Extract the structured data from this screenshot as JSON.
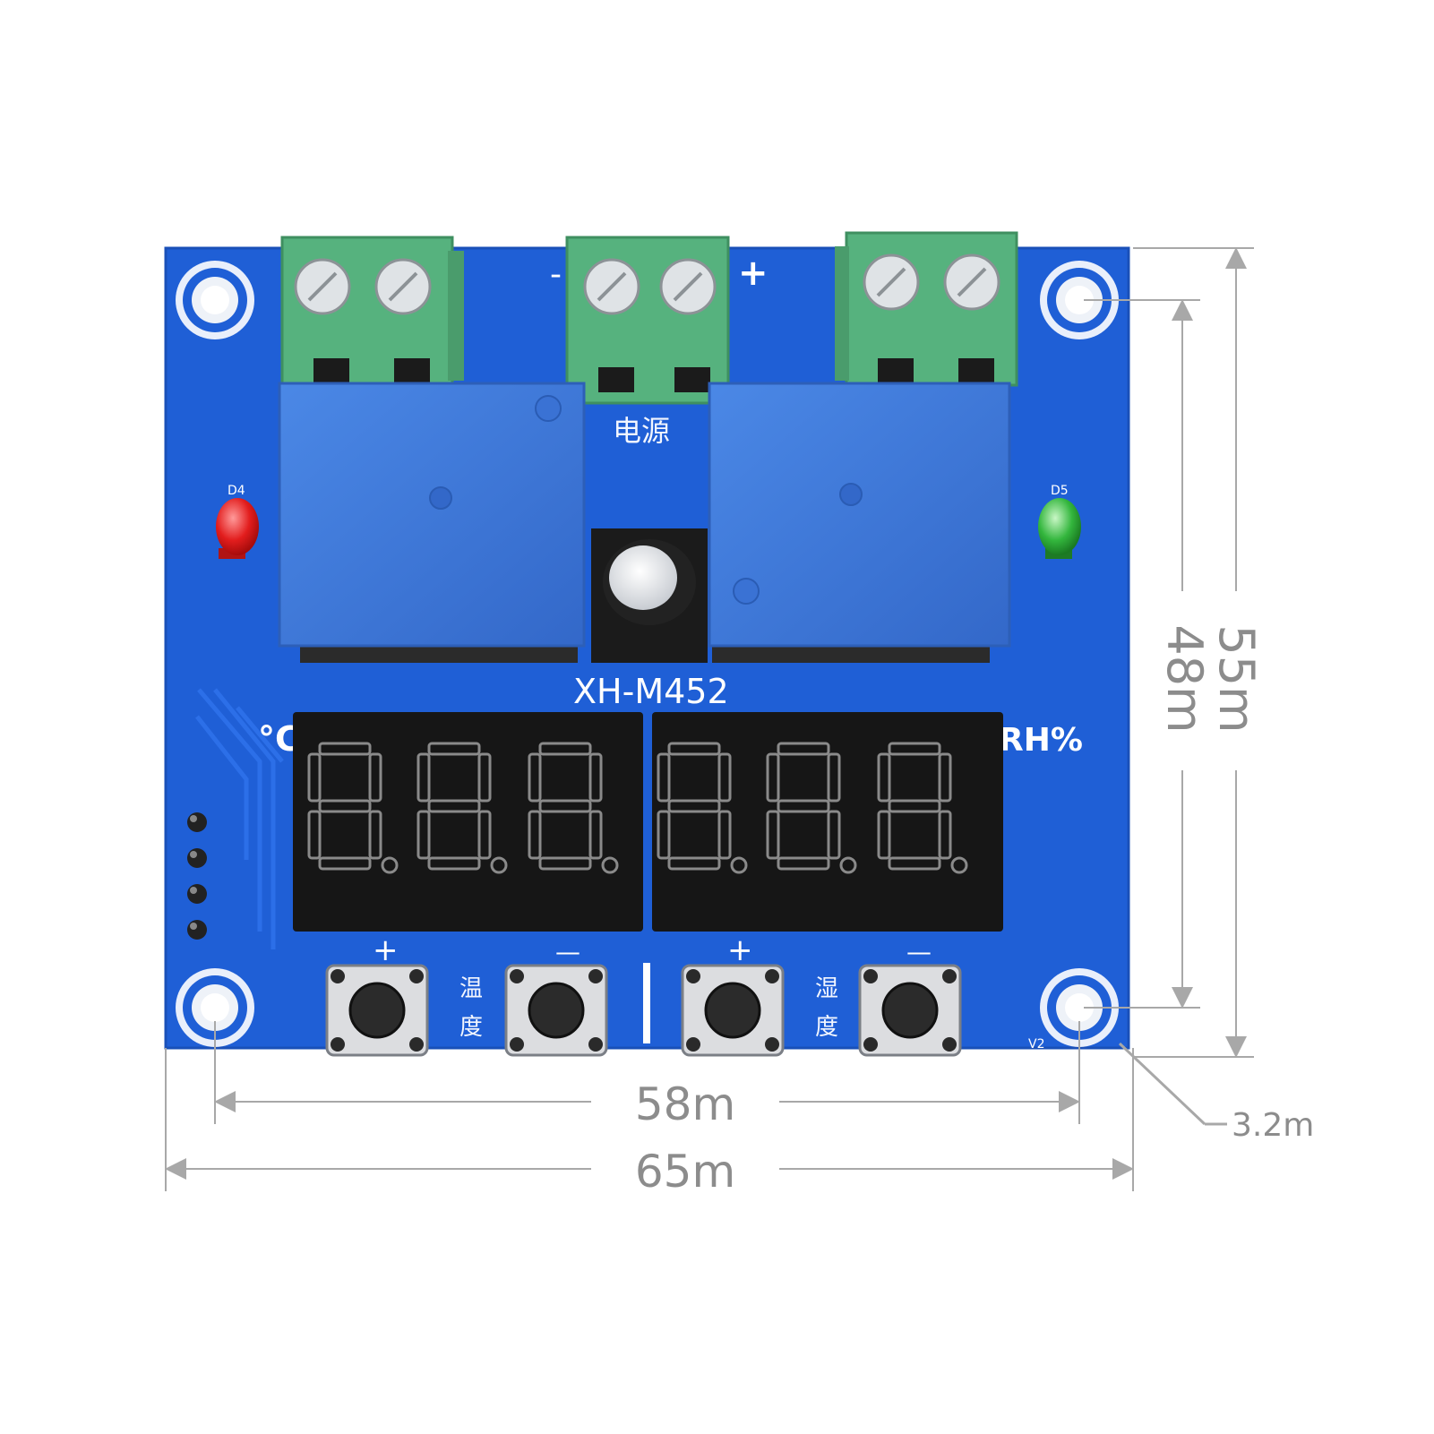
{
  "board": {
    "model": "XH-M452",
    "power_label": "电源",
    "minus": "-",
    "plus": "+",
    "led_left_label": "D4",
    "led_right_label": "D5",
    "unit_left": "°C",
    "unit_right": "RH%",
    "temp_label_top": "温",
    "temp_label_bottom": "度",
    "humid_label_top": "湿",
    "humid_label_bottom": "度",
    "version": "V2",
    "btn_plus": "+",
    "btn_minus": "—",
    "colors": {
      "pcb": "#1f5fd6",
      "relay": "#3f7ad8",
      "terminal": "#56b27e",
      "display": "#161616",
      "segment": "#8a8a8a"
    }
  },
  "dimensions": {
    "height_outer": "55m",
    "height_inner": "48m",
    "width_inner": "58m",
    "width_outer": "65m",
    "hole": "3.2m"
  }
}
